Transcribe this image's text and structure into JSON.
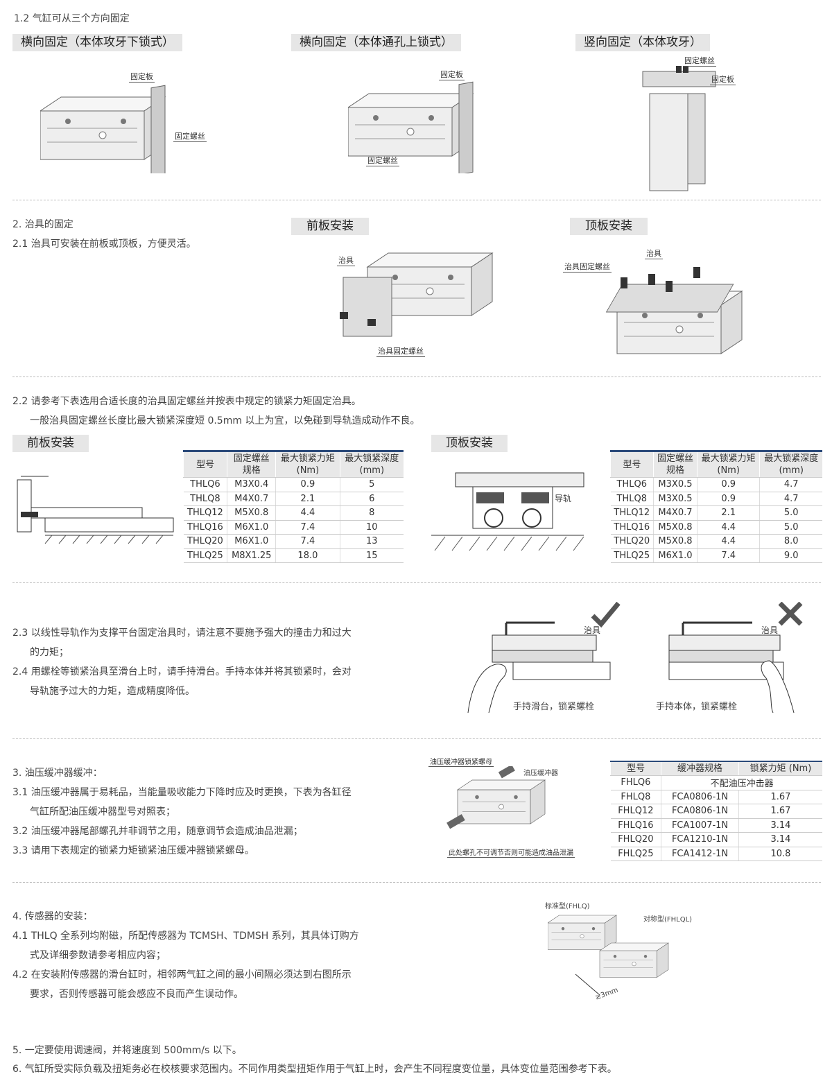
{
  "s12": {
    "title": "1.2 气缸可从三个方向固定",
    "tags": [
      "横向固定（本体攻牙下锁式）",
      "横向固定（本体通孔上锁式）",
      "竖向固定（本体攻牙）"
    ],
    "labels": {
      "plate": "固定板",
      "screw": "固定螺丝"
    }
  },
  "s2": {
    "title": "2. 治具的固定",
    "line1": "2.1 治具可安装在前板或顶板，方便灵活。",
    "tags": [
      "前板安装",
      "顶板安装"
    ],
    "labels": {
      "jig": "治具",
      "jig_screw": "治具固定螺丝"
    }
  },
  "s22": {
    "line1": "2.2 请参考下表选用合适长度的治具固定螺丝并按表中规定的锁紧力矩固定治具。",
    "line2": "一般治具固定螺丝长度比最大锁紧深度短 0.5mm 以上为宜，以免碰到导轨造成动作不良。",
    "tags": [
      "前板安装",
      "顶板安装"
    ],
    "rail_label": "导轨",
    "headers": [
      [
        "型号"
      ],
      [
        "固定螺丝",
        "规格"
      ],
      [
        "最大锁紧力矩",
        "(Nm)"
      ],
      [
        "最大锁紧深度",
        "(mm)"
      ]
    ],
    "front_rows": [
      [
        "THLQ6",
        "M3X0.4",
        "0.9",
        "5"
      ],
      [
        "THLQ8",
        "M4X0.7",
        "2.1",
        "6"
      ],
      [
        "THLQ12",
        "M5X0.8",
        "4.4",
        "8"
      ],
      [
        "THLQ16",
        "M6X1.0",
        "7.4",
        "10"
      ],
      [
        "THLQ20",
        "M6X1.0",
        "7.4",
        "13"
      ],
      [
        "THLQ25",
        "M8X1.25",
        "18.0",
        "15"
      ]
    ],
    "top_rows": [
      [
        "THLQ6",
        "M3X0.5",
        "0.9",
        "4.7"
      ],
      [
        "THLQ8",
        "M3X0.5",
        "0.9",
        "4.7"
      ],
      [
        "THLQ12",
        "M4X0.7",
        "2.1",
        "5.0"
      ],
      [
        "THLQ16",
        "M5X0.8",
        "4.4",
        "5.0"
      ],
      [
        "THLQ20",
        "M5X0.8",
        "4.4",
        "8.0"
      ],
      [
        "THLQ25",
        "M6X1.0",
        "7.4",
        "9.0"
      ]
    ]
  },
  "s23": {
    "lines": [
      "2.3 以线性导轨作为支撑平台固定治具时，请注意不要施予强大的撞击力和过大",
      "的力矩；",
      "2.4 用螺栓等锁紧治具至滑台上时，请手持滑台。手持本体并将其锁紧时，会对",
      "导轨施予过大的力矩，造成精度降低。"
    ],
    "jig": "治具",
    "cap_ok": "手持滑台，锁紧螺栓",
    "cap_ng": "手持本体，锁紧螺栓"
  },
  "s3": {
    "lines": [
      "3. 油压缓冲器缓冲：",
      "3.1 油压缓冲器属于易耗品，当能量吸收能力下降时应及时更换，下表为各缸径",
      "气缸所配油压缓冲器型号对照表；",
      "3.2 油压缓冲器尾部螺孔并非调节之用，随意调节会造成油品泄漏；",
      "3.3 请用下表规定的锁紧力矩锁紧油压缓冲器锁紧螺母。"
    ],
    "labels": {
      "nut": "油压缓冲器锁紧螺母",
      "buffer": "油压缓冲器",
      "warn": "此处螺孔不可调节否则可能造成油品泄漏"
    },
    "headers": [
      "型号",
      "缓冲器规格",
      "锁紧力矩 (Nm)"
    ],
    "row0": [
      "FHLQ6",
      "不配油压冲击器"
    ],
    "rows": [
      [
        "FHLQ8",
        "FCA0806-1N",
        "1.67"
      ],
      [
        "FHLQ12",
        "FCA0806-1N",
        "1.67"
      ],
      [
        "FHLQ16",
        "FCA1007-1N",
        "3.14"
      ],
      [
        "FHLQ20",
        "FCA1210-1N",
        "3.14"
      ],
      [
        "FHLQ25",
        "FCA1412-1N",
        "10.8"
      ]
    ]
  },
  "s4": {
    "lines": [
      "4. 传感器的安装：",
      "4.1 THLQ 全系列均附磁，所配传感器为 TCMSH、TDMSH 系列，其具体订购方",
      "式及详细参数请参考相应内容；",
      "4.2 在安装附传感器的滑台缸时，相邻两气缸之间的最小间隔必须达到右图所示",
      "要求，否则传感器可能会感应不良而产生误动作。"
    ],
    "std": "标准型(FHLQ)",
    "sym": "对称型(FHLQL)",
    "gap": "≥3mm"
  },
  "s5": {
    "line5": "5. 一定要使用调速阀，并将速度到 500mm/s 以下。",
    "line6": "6. 气缸所受实际负载及扭矩务必在校核要求范围内。不同作用类型扭矩作用于气缸上时，会产生不同程度变位量，具体变位量范围参考下表。"
  }
}
